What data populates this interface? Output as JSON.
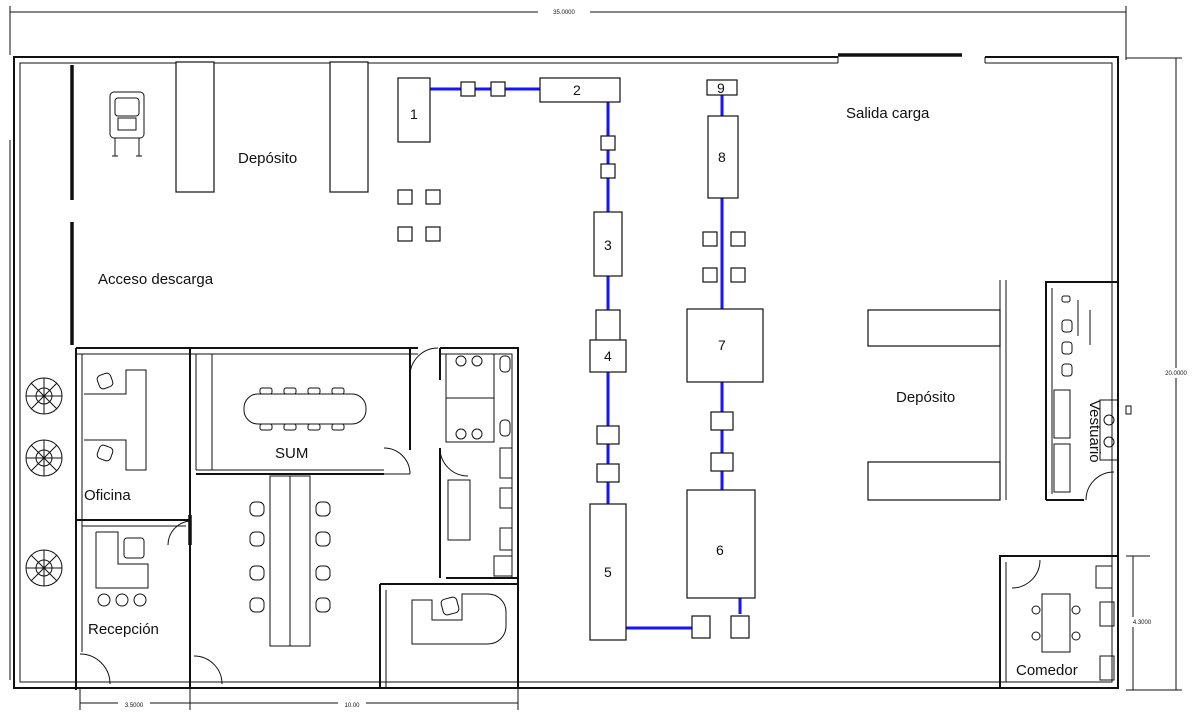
{
  "labels": {
    "deposito_top": "Depósito",
    "salida_carga": "Salida carga",
    "acceso_descarga": "Acceso descarga",
    "sum": "SUM",
    "oficina": "Oficina",
    "recepcion": "Recepción",
    "deposito_right": "Depósito",
    "vestuario": "Vestuario",
    "comedor": "Comedor"
  },
  "stations": [
    "1",
    "2",
    "3",
    "4",
    "5",
    "6",
    "7",
    "8",
    "9"
  ],
  "dimensions": {
    "total_width": "35.0000",
    "total_height": "20.0000",
    "comedor_height": "4.3000",
    "office_width": "3.5000",
    "sum_width": "10.00"
  }
}
